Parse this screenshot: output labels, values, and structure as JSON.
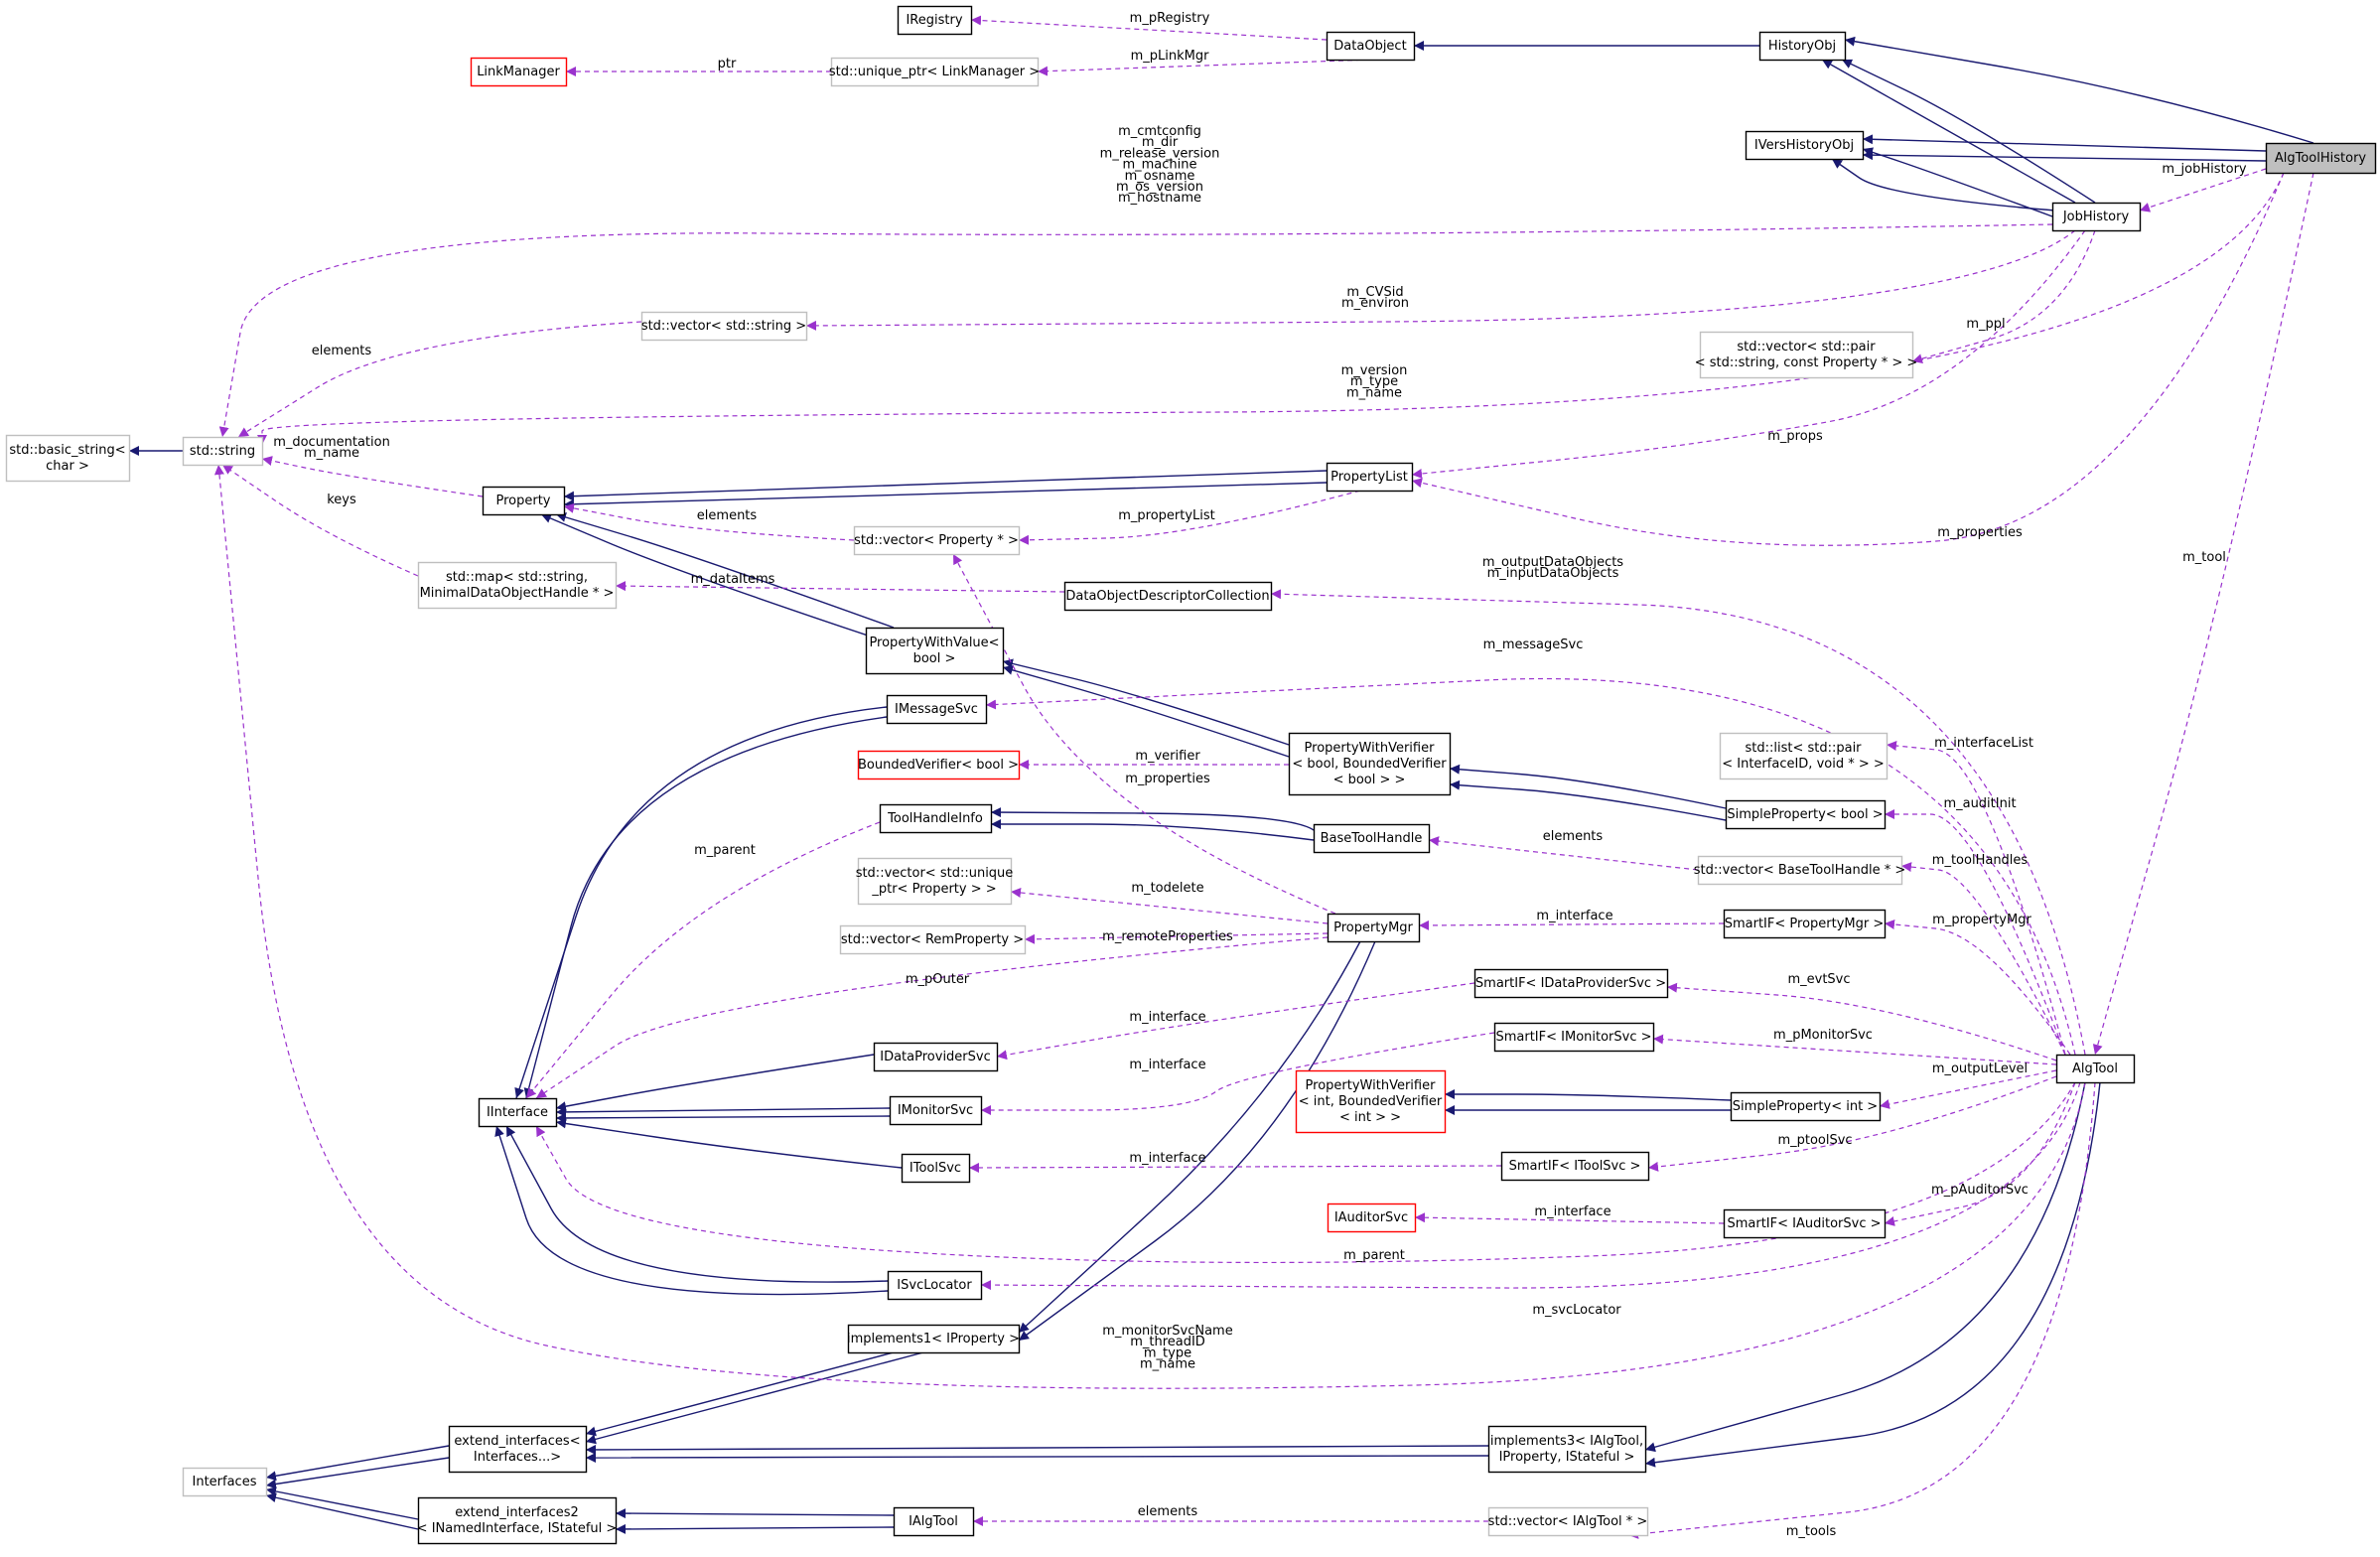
{
  "diagram": {
    "colors": {
      "inheritance": "#191970",
      "usage": "#9a32cd",
      "node_border": "#000000",
      "external_border": "#bfbfbf",
      "undocumented_border": "#ff0000",
      "highlight_fill": "#bfbfbf"
    },
    "nodes": [
      {
        "id": "AlgToolHistory",
        "label": [
          "AlgToolHistory"
        ],
        "kind": "highlight"
      },
      {
        "id": "HistoryObj",
        "label": [
          "HistoryObj"
        ],
        "kind": "normal"
      },
      {
        "id": "DataObject",
        "label": [
          "DataObject"
        ],
        "kind": "normal"
      },
      {
        "id": "IRegistry",
        "label": [
          "IRegistry"
        ],
        "kind": "normal"
      },
      {
        "id": "LinkManager",
        "label": [
          "LinkManager"
        ],
        "kind": "undocumented"
      },
      {
        "id": "uptrLinkManager",
        "label": [
          "std::unique_ptr< LinkManager >"
        ],
        "kind": "external"
      },
      {
        "id": "IVersHistoryObj",
        "label": [
          "IVersHistoryObj"
        ],
        "kind": "normal"
      },
      {
        "id": "JobHistory",
        "label": [
          "JobHistory"
        ],
        "kind": "normal"
      },
      {
        "id": "vecString",
        "label": [
          "std::vector< std::string >"
        ],
        "kind": "external"
      },
      {
        "id": "vecPair",
        "label": [
          "std::vector< std::pair",
          "< std::string, const Property * > >"
        ],
        "kind": "external"
      },
      {
        "id": "basicString",
        "label": [
          "std::basic_string<",
          "char >"
        ],
        "kind": "external"
      },
      {
        "id": "stdString",
        "label": [
          "std::string"
        ],
        "kind": "external"
      },
      {
        "id": "Property",
        "label": [
          "Property"
        ],
        "kind": "normal"
      },
      {
        "id": "PropertyList",
        "label": [
          "PropertyList"
        ],
        "kind": "normal"
      },
      {
        "id": "vecPropertyPtr",
        "label": [
          "std::vector< Property * >"
        ],
        "kind": "external"
      },
      {
        "id": "mapMinimal",
        "label": [
          "std::map< std::string,",
          "MinimalDataObjectHandle * >"
        ],
        "kind": "external"
      },
      {
        "id": "DODC",
        "label": [
          "DataObjectDescriptorCollection"
        ],
        "kind": "normal"
      },
      {
        "id": "PWVbool",
        "label": [
          "PropertyWithValue<",
          "bool >"
        ],
        "kind": "normal"
      },
      {
        "id": "IMessageSvc",
        "label": [
          "IMessageSvc"
        ],
        "kind": "normal"
      },
      {
        "id": "BoundedVerifierBool",
        "label": [
          "BoundedVerifier< bool >"
        ],
        "kind": "undocumented"
      },
      {
        "id": "PWVerBool",
        "label": [
          "PropertyWithVerifier",
          "< bool, BoundedVerifier",
          "< bool > >"
        ],
        "kind": "normal"
      },
      {
        "id": "listPair",
        "label": [
          "std::list< std::pair",
          "< InterfaceID, void * > >"
        ],
        "kind": "external"
      },
      {
        "id": "SimplePropertyBool",
        "label": [
          "SimpleProperty< bool >"
        ],
        "kind": "normal"
      },
      {
        "id": "ToolHandleInfo",
        "label": [
          "ToolHandleInfo"
        ],
        "kind": "normal"
      },
      {
        "id": "BaseToolHandle",
        "label": [
          "BaseToolHandle"
        ],
        "kind": "normal"
      },
      {
        "id": "vecBaseToolHandle",
        "label": [
          "std::vector< BaseToolHandle * >"
        ],
        "kind": "external"
      },
      {
        "id": "vecUptrProperty",
        "label": [
          "std::vector< std::unique",
          "_ptr< Property > >"
        ],
        "kind": "external"
      },
      {
        "id": "vecRemProperty",
        "label": [
          "std::vector< RemProperty >"
        ],
        "kind": "external"
      },
      {
        "id": "PropertyMgr",
        "label": [
          "PropertyMgr"
        ],
        "kind": "normal"
      },
      {
        "id": "SmartIFPropertyMgr",
        "label": [
          "SmartIF< PropertyMgr >"
        ],
        "kind": "normal"
      },
      {
        "id": "SmartIFDataProviderSvc",
        "label": [
          "SmartIF< IDataProviderSvc >"
        ],
        "kind": "normal"
      },
      {
        "id": "IDataProviderSvc",
        "label": [
          "IDataProviderSvc"
        ],
        "kind": "normal"
      },
      {
        "id": "SmartIFMonitorSvc",
        "label": [
          "SmartIF< IMonitorSvc >"
        ],
        "kind": "normal"
      },
      {
        "id": "IInterface",
        "label": [
          "IInterface"
        ],
        "kind": "normal"
      },
      {
        "id": "IMonitorSvc",
        "label": [
          "IMonitorSvc"
        ],
        "kind": "normal"
      },
      {
        "id": "PWVerInt",
        "label": [
          "PropertyWithVerifier",
          "< int, BoundedVerifier",
          "< int > >"
        ],
        "kind": "undocumented"
      },
      {
        "id": "SimplePropertyInt",
        "label": [
          "SimpleProperty< int >"
        ],
        "kind": "normal"
      },
      {
        "id": "AlgTool",
        "label": [
          "AlgTool"
        ],
        "kind": "normal"
      },
      {
        "id": "IToolSvc",
        "label": [
          "IToolSvc"
        ],
        "kind": "normal"
      },
      {
        "id": "SmartIFToolSvc",
        "label": [
          "SmartIF< IToolSvc >"
        ],
        "kind": "normal"
      },
      {
        "id": "IAuditorSvc",
        "label": [
          "IAuditorSvc"
        ],
        "kind": "undocumented"
      },
      {
        "id": "SmartIFAuditorSvc",
        "label": [
          "SmartIF< IAuditorSvc >"
        ],
        "kind": "normal"
      },
      {
        "id": "ISvcLocator",
        "label": [
          "ISvcLocator"
        ],
        "kind": "normal"
      },
      {
        "id": "implements1",
        "label": [
          "implements1< IProperty >"
        ],
        "kind": "normal"
      },
      {
        "id": "extendInterfaces",
        "label": [
          "extend_interfaces<",
          "Interfaces...>"
        ],
        "kind": "normal"
      },
      {
        "id": "implements3",
        "label": [
          "implements3< IAlgTool,",
          "IProperty, IStateful >"
        ],
        "kind": "normal"
      },
      {
        "id": "Interfaces",
        "label": [
          "Interfaces"
        ],
        "kind": "external"
      },
      {
        "id": "extendInterfaces2",
        "label": [
          "extend_interfaces2",
          "< INamedInterface, IStateful >"
        ],
        "kind": "normal"
      },
      {
        "id": "IAlgTool",
        "label": [
          "IAlgTool"
        ],
        "kind": "normal"
      },
      {
        "id": "vecIAlgTool",
        "label": [
          "std::vector< IAlgTool * >"
        ],
        "kind": "external"
      }
    ],
    "edge_labels": [
      {
        "id": "l_pRegistry",
        "lines": [
          "m_pRegistry"
        ]
      },
      {
        "id": "l_ptr",
        "lines": [
          "ptr"
        ]
      },
      {
        "id": "l_pLinkMgr",
        "lines": [
          "m_pLinkMgr"
        ]
      },
      {
        "id": "l_jobHistory",
        "lines": [
          "m_jobHistory"
        ]
      },
      {
        "id": "l_jobStrings",
        "lines": [
          "m_cmtconfig",
          "m_dir",
          "m_release_version",
          "m_machine",
          "m_osname",
          "m_os_version",
          "m_hostname"
        ]
      },
      {
        "id": "l_cvsid",
        "lines": [
          "m_CVSid",
          "m_environ"
        ]
      },
      {
        "id": "l_elements_vs",
        "lines": [
          "elements"
        ]
      },
      {
        "id": "l_ppl",
        "lines": [
          "m_ppl"
        ]
      },
      {
        "id": "l_vtn",
        "lines": [
          "m_version",
          "m_type",
          "m_name"
        ]
      },
      {
        "id": "l_props",
        "lines": [
          "m_props"
        ]
      },
      {
        "id": "l_docname",
        "lines": [
          "m_documentation",
          "m_name"
        ]
      },
      {
        "id": "l_keys",
        "lines": [
          "keys"
        ]
      },
      {
        "id": "l_elements_vp",
        "lines": [
          "elements"
        ]
      },
      {
        "id": "l_propertyList",
        "lines": [
          "m_propertyList"
        ]
      },
      {
        "id": "l_properties_al",
        "lines": [
          "m_properties"
        ]
      },
      {
        "id": "l_tool",
        "lines": [
          "m_tool"
        ]
      },
      {
        "id": "l_dataItems",
        "lines": [
          "m_dataItems"
        ]
      },
      {
        "id": "l_outin",
        "lines": [
          "m_outputDataObjects",
          "m_inputDataObjects"
        ]
      },
      {
        "id": "l_messageSvc",
        "lines": [
          "m_messageSvc"
        ]
      },
      {
        "id": "l_verifier",
        "lines": [
          "m_verifier"
        ]
      },
      {
        "id": "l_properties_pm",
        "lines": [
          "m_properties"
        ]
      },
      {
        "id": "l_interfaceList",
        "lines": [
          "m_interfaceList"
        ]
      },
      {
        "id": "l_auditInit",
        "lines": [
          "m_auditInit"
        ]
      },
      {
        "id": "l_parent_th",
        "lines": [
          "m_parent"
        ]
      },
      {
        "id": "l_elements_bth",
        "lines": [
          "elements"
        ]
      },
      {
        "id": "l_toolHandles",
        "lines": [
          "m_toolHandles"
        ]
      },
      {
        "id": "l_todelete",
        "lines": [
          "m_todelete"
        ]
      },
      {
        "id": "l_remoteProperties",
        "lines": [
          "m_remoteProperties"
        ]
      },
      {
        "id": "l_interface_pm",
        "lines": [
          "m_interface"
        ]
      },
      {
        "id": "l_propertyMgr",
        "lines": [
          "m_propertyMgr"
        ]
      },
      {
        "id": "l_pOuter",
        "lines": [
          "m_pOuter"
        ]
      },
      {
        "id": "l_evtSvc",
        "lines": [
          "m_evtSvc"
        ]
      },
      {
        "id": "l_interface_dps",
        "lines": [
          "m_interface"
        ]
      },
      {
        "id": "l_pMonitorSvc",
        "lines": [
          "m_pMonitorSvc"
        ]
      },
      {
        "id": "l_interface_ms",
        "lines": [
          "m_interface"
        ]
      },
      {
        "id": "l_outputLevel",
        "lines": [
          "m_outputLevel"
        ]
      },
      {
        "id": "l_ptoolSvc",
        "lines": [
          "m_ptoolSvc"
        ]
      },
      {
        "id": "l_interface_ts",
        "lines": [
          "m_interface"
        ]
      },
      {
        "id": "l_pAuditorSvc",
        "lines": [
          "m_pAuditorSvc"
        ]
      },
      {
        "id": "l_interface_as",
        "lines": [
          "m_interface"
        ]
      },
      {
        "id": "l_parent_at",
        "lines": [
          "m_parent"
        ]
      },
      {
        "id": "l_svcLocator",
        "lines": [
          "m_svcLocator"
        ]
      },
      {
        "id": "l_monitor",
        "lines": [
          "m_monitorSvcName",
          "m_threadID",
          "m_type",
          "m_name"
        ]
      },
      {
        "id": "l_elements_iat",
        "lines": [
          "elements"
        ]
      },
      {
        "id": "l_tools",
        "lines": [
          "m_tools"
        ]
      }
    ]
  }
}
